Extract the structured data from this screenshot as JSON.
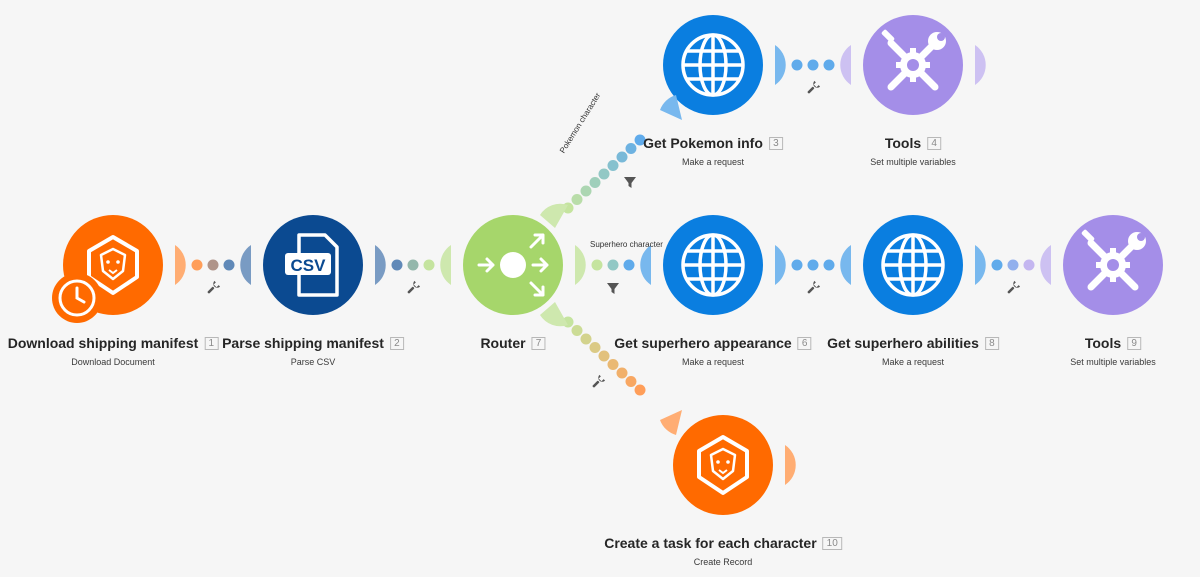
{
  "modules": [
    {
      "id": "download",
      "title": "Download shipping manifest",
      "number": "1",
      "subtitle": "Download Document"
    },
    {
      "id": "csv",
      "title": "Parse shipping manifest",
      "number": "2",
      "subtitle": "Parse CSV",
      "badge": "CSV"
    },
    {
      "id": "router",
      "title": "Router",
      "number": "7",
      "subtitle": ""
    },
    {
      "id": "pokemon",
      "title": "Get Pokemon info",
      "number": "3",
      "subtitle": "Make a request"
    },
    {
      "id": "tools4",
      "title": "Tools",
      "number": "4",
      "subtitle": "Set multiple variables"
    },
    {
      "id": "appearance",
      "title": "Get superhero appearance",
      "number": "6",
      "subtitle": "Make a request"
    },
    {
      "id": "abilities",
      "title": "Get superhero abilities",
      "number": "8",
      "subtitle": "Make a request"
    },
    {
      "id": "tools9",
      "title": "Tools",
      "number": "9",
      "subtitle": "Set multiple variables"
    },
    {
      "id": "task",
      "title": "Create a task for each character",
      "number": "10",
      "subtitle": "Create Record"
    }
  ],
  "routes": {
    "pokemon": "Pokemon character",
    "superhero": "Superhero character"
  },
  "colors": {
    "orange": "#ff6a00",
    "navy": "#0b4a91",
    "green": "#a6d66b",
    "blue": "#0a7ee0",
    "purple": "#a48ee8",
    "background": "#f6f6f6"
  }
}
